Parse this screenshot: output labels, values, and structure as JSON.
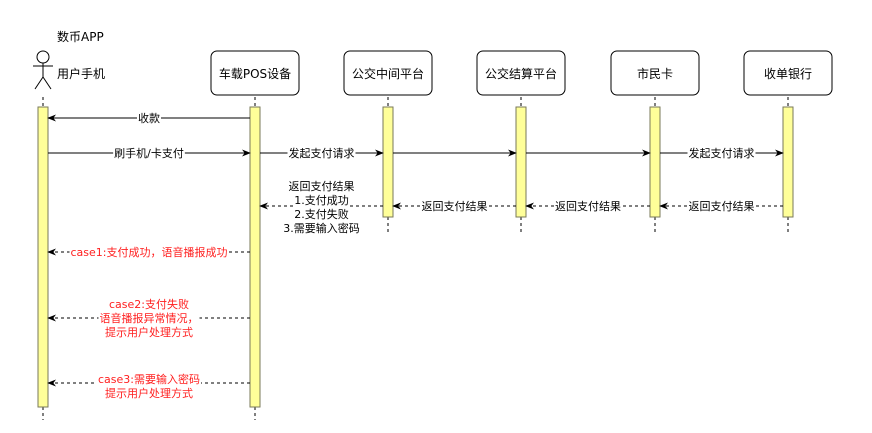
{
  "diagram": {
    "type": "sequence",
    "actor_caption": "数币APP",
    "participants": [
      {
        "id": "user",
        "label": "用户手机",
        "kind": "actor"
      },
      {
        "id": "pos",
        "label": "车载POS设备",
        "kind": "box"
      },
      {
        "id": "middle",
        "label": "公交中间平台",
        "kind": "box"
      },
      {
        "id": "settle",
        "label": "公交结算平台",
        "kind": "box"
      },
      {
        "id": "card",
        "label": "市民卡",
        "kind": "box"
      },
      {
        "id": "bank",
        "label": "收单银行",
        "kind": "box"
      }
    ],
    "messages": [
      {
        "from": "pos",
        "to": "user",
        "style": "solid",
        "color": "#000000",
        "lines": [
          "收款"
        ]
      },
      {
        "from": "user",
        "to": "pos",
        "style": "solid",
        "color": "#000000",
        "lines": [
          "刷手机/卡支付"
        ]
      },
      {
        "from": "pos",
        "to": "middle",
        "style": "solid",
        "color": "#000000",
        "lines": [
          "发起支付请求"
        ]
      },
      {
        "from": "middle",
        "to": "settle",
        "style": "solid",
        "color": "#000000",
        "lines": []
      },
      {
        "from": "settle",
        "to": "card",
        "style": "solid",
        "color": "#000000",
        "lines": []
      },
      {
        "from": "card",
        "to": "bank",
        "style": "solid",
        "color": "#000000",
        "lines": [
          "发起支付请求"
        ]
      },
      {
        "from": "bank",
        "to": "card",
        "style": "dashed",
        "color": "#000000",
        "lines": [
          "返回支付结果"
        ]
      },
      {
        "from": "card",
        "to": "settle",
        "style": "dashed",
        "color": "#000000",
        "lines": [
          "返回支付结果"
        ]
      },
      {
        "from": "settle",
        "to": "middle",
        "style": "dashed",
        "color": "#000000",
        "lines": [
          "返回支付结果"
        ]
      },
      {
        "from": "middle",
        "to": "pos",
        "style": "dashed",
        "color": "#000000",
        "lines": [
          "返回支付结果",
          "1.支付成功",
          "2.支付失败",
          "3.需要输入密码"
        ]
      },
      {
        "from": "pos",
        "to": "user",
        "style": "dashed",
        "color": "#ff2020",
        "lines": [
          "case1:支付成功，语音播报成功"
        ]
      },
      {
        "from": "pos",
        "to": "user",
        "style": "dashed",
        "color": "#ff2020",
        "lines": [
          "case2:支付失败",
          "语音播报异常情况，",
          "提示用户处理方式"
        ]
      },
      {
        "from": "pos",
        "to": "user",
        "style": "dashed",
        "color": "#ff2020",
        "lines": [
          "case3:需要输入密码",
          "提示用户处理方式"
        ]
      }
    ],
    "colors": {
      "activation_fill": "#ffff99",
      "activation_stroke": "#7a7a5a",
      "note_red": "#ff2020",
      "line": "#000000"
    }
  }
}
